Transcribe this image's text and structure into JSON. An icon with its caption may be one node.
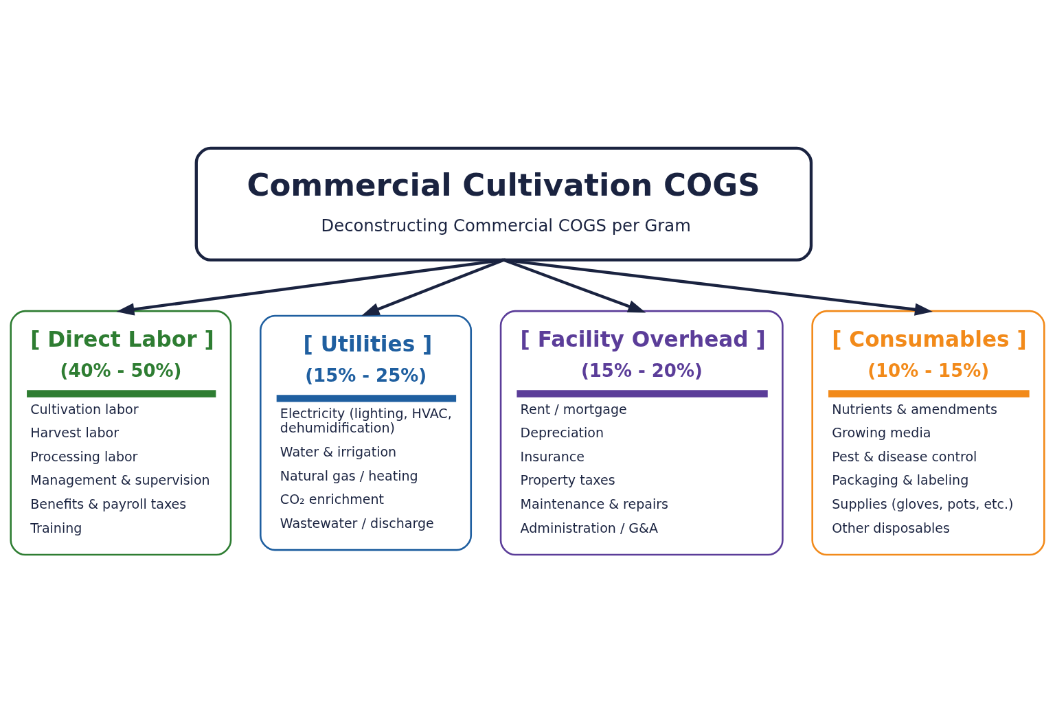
{
  "diagram": {
    "nodes": [
      {
        "text": [
          "Commercial Cultivation COGS",
          "Deconstructing Commercial COGS per Gram"
        ]
      },
      {
        "text": [
          "[ Direct Labor ]",
          "(40% - 50%)",
          "Cultivation labor",
          "Harvest labor",
          "Processing labor",
          "Management & supervision",
          "Benefits & payroll taxes",
          "Training"
        ]
      },
      {
        "text": [
          "[ Utilities ]",
          "(15% - 25%)",
          "Electricity (lighting, HVAC, dehumidification)",
          "Water & irrigation",
          "Natural gas / heating",
          "CO₂ enrichment",
          "Wastewater / discharge"
        ]
      },
      {
        "text": [
          "[ Facility Overhead ]",
          "(15% - 20%)",
          "Rent / mortgage",
          "Depreciation",
          "Insurance",
          "Property taxes",
          "Maintenance & repairs",
          "Administration / G&A"
        ]
      },
      {
        "text": [
          "[ Consumables ]",
          "(10% - 15%)",
          "Nutrients & amendments",
          "Growing media",
          "Pest & disease control",
          "Packaging & labeling",
          "Supplies (gloves, pots, etc.)",
          "Other disposables"
        ]
      }
    ],
    "edges": [
      {
        "from": 0,
        "to": 1,
        "arrow": "to"
      },
      {
        "from": 0,
        "to": 2,
        "arrow": "to"
      },
      {
        "from": 0,
        "to": 3,
        "arrow": "to"
      },
      {
        "from": 0,
        "to": 4,
        "arrow": "to"
      }
    ]
  }
}
